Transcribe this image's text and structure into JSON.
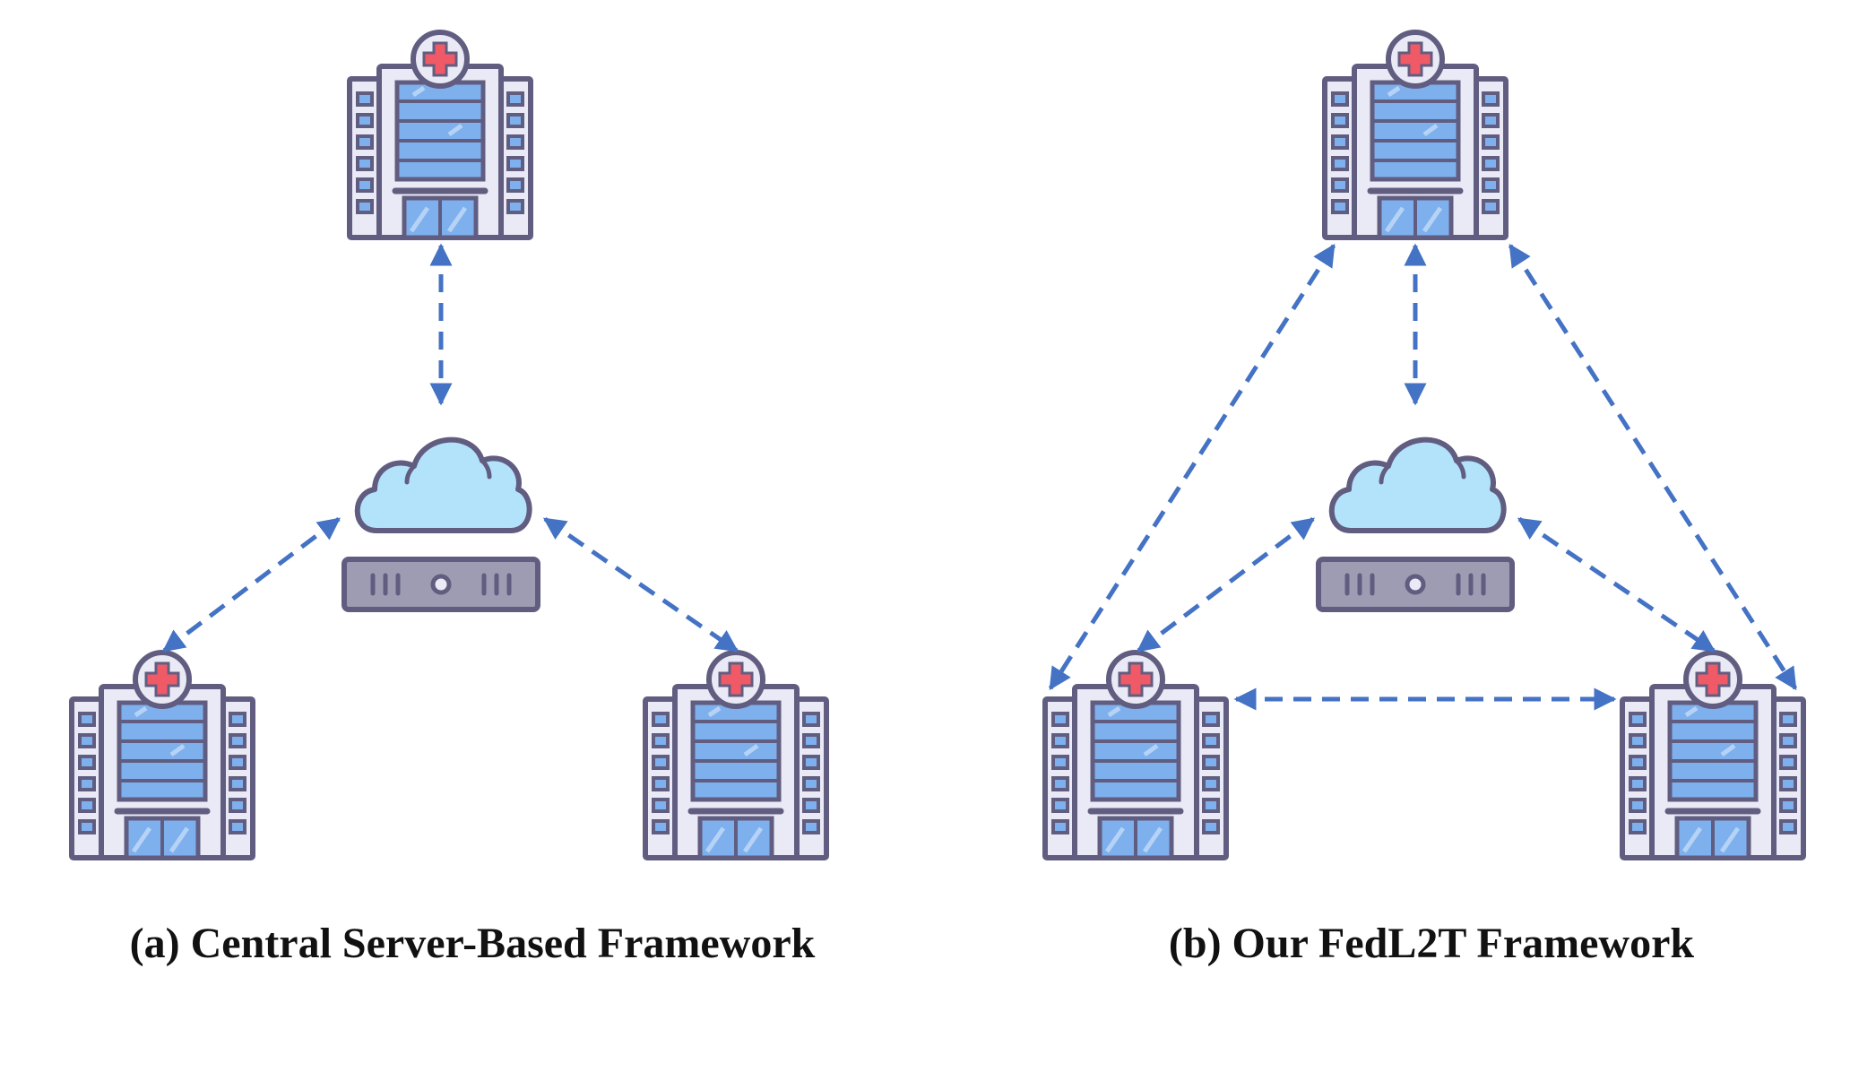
{
  "panels": [
    {
      "id": "a",
      "caption": "(a) Central Server-Based Framework"
    },
    {
      "id": "b",
      "caption": "(b)  Our FedL2T Framework"
    }
  ],
  "colors": {
    "outline": "#615d80",
    "building_fill": "#eaeaf6",
    "window_fill": "#7eb0ee",
    "window_light": "#c5dcf8",
    "cross": "#f05a67",
    "cloud_fill": "#b2e3fb",
    "server_fill": "#9d9cb3",
    "arrow": "#4472c4"
  },
  "icons": {
    "hospital": "hospital-icon",
    "cloud": "cloud-icon",
    "server": "server-icon"
  }
}
